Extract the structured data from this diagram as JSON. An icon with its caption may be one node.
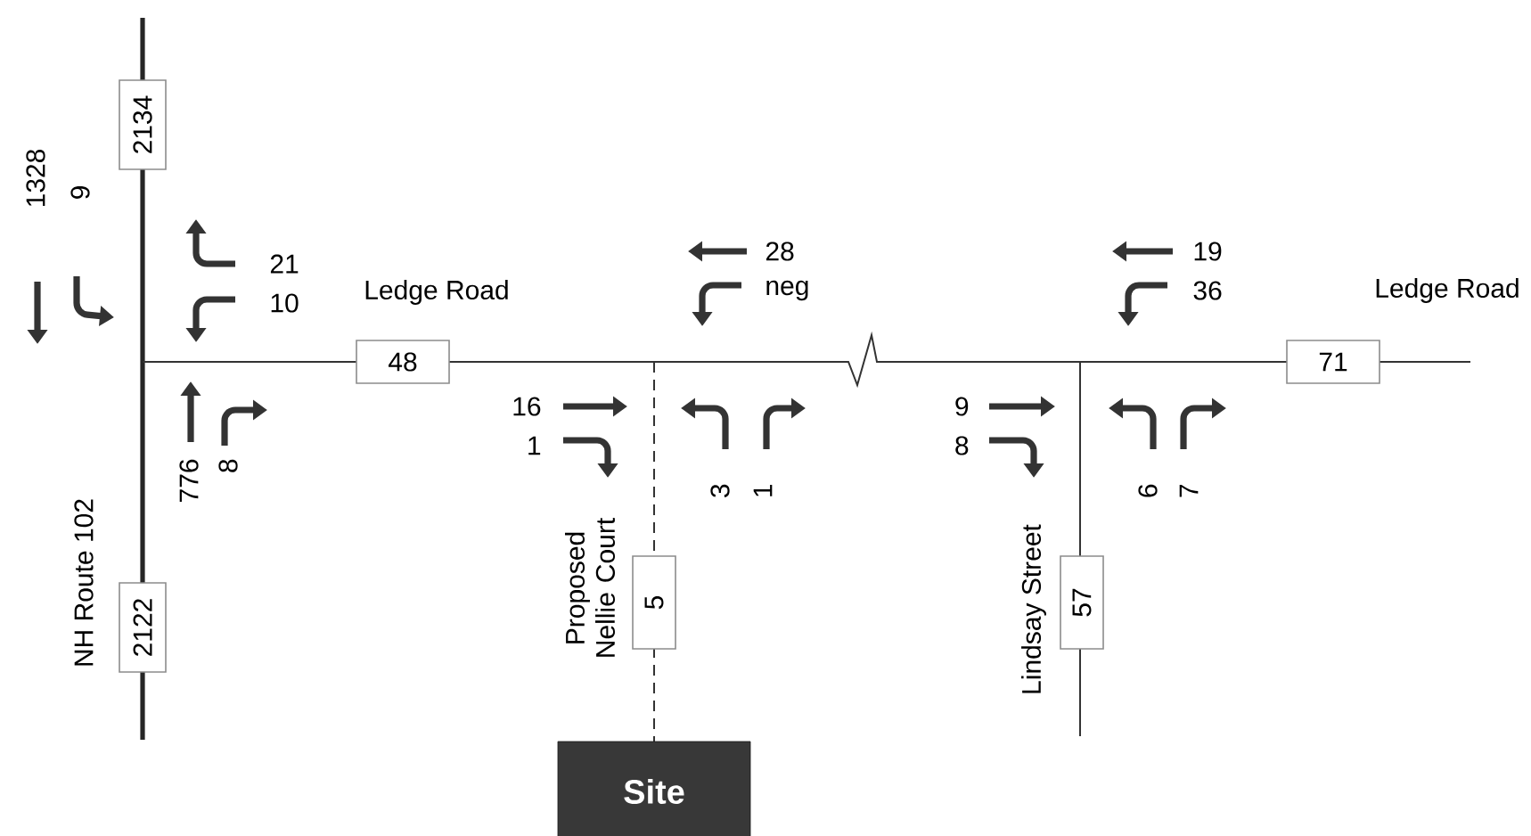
{
  "diagram": {
    "nodes": [
      {
        "text": [
          "2134"
        ]
      },
      {
        "text": [
          "2122"
        ]
      },
      {
        "text": [
          "48"
        ]
      },
      {
        "text": [
          "5"
        ]
      },
      {
        "text": [
          "57"
        ]
      },
      {
        "text": [
          "71"
        ]
      },
      {
        "text": [
          "Site"
        ]
      }
    ],
    "labels": [
      "1328",
      "9",
      "21",
      "10",
      "Ledge Road",
      "28",
      "neg",
      "19",
      "36",
      "Ledge Road",
      "16",
      "1",
      "3",
      "1",
      "9",
      "8",
      "6",
      "7",
      "776",
      "8",
      "NH Route 102",
      "Proposed Nellie Court",
      "Lindsay Street"
    ]
  }
}
